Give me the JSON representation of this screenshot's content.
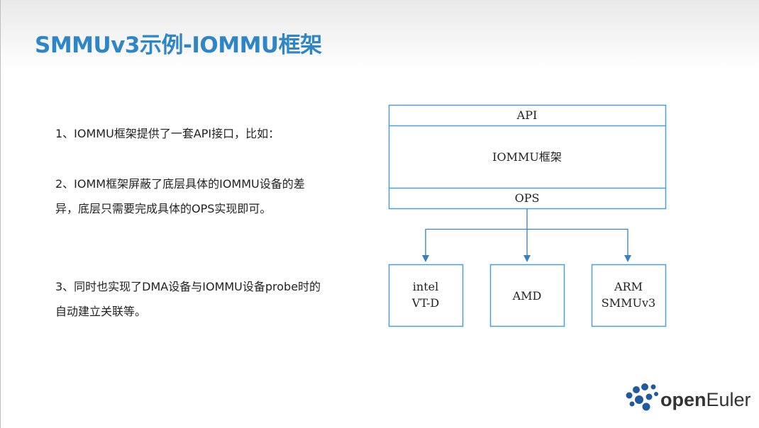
{
  "slide": {
    "title": "SMMUv3示例-IOMMU框架"
  },
  "content": {
    "point1": "1、IOMMU框架提供了一套API接口，比如：",
    "point2": "2、IOMM框架屏蔽了底层具体的IOMMU设备的差异，底层只需要完成具体的OPS实现即可。",
    "point3": "3、同时也实现了DMA设备与IOMMU设备probe时的自动建立关联等。"
  },
  "diagram": {
    "api_label": "API",
    "framework_label": "IOMMU框架",
    "ops_label": "OPS",
    "intel_line1": "intel",
    "intel_line2": "VT-D",
    "amd_label": "AMD",
    "arm_line1": "ARM",
    "arm_line2": "SMMUv3",
    "box_color": "#4a9fd8",
    "arrow_color": "#3a7fc0"
  },
  "logo": {
    "brand_bold": "open",
    "brand_rest": "Euler",
    "icon": "openeuler-dots-logo"
  }
}
